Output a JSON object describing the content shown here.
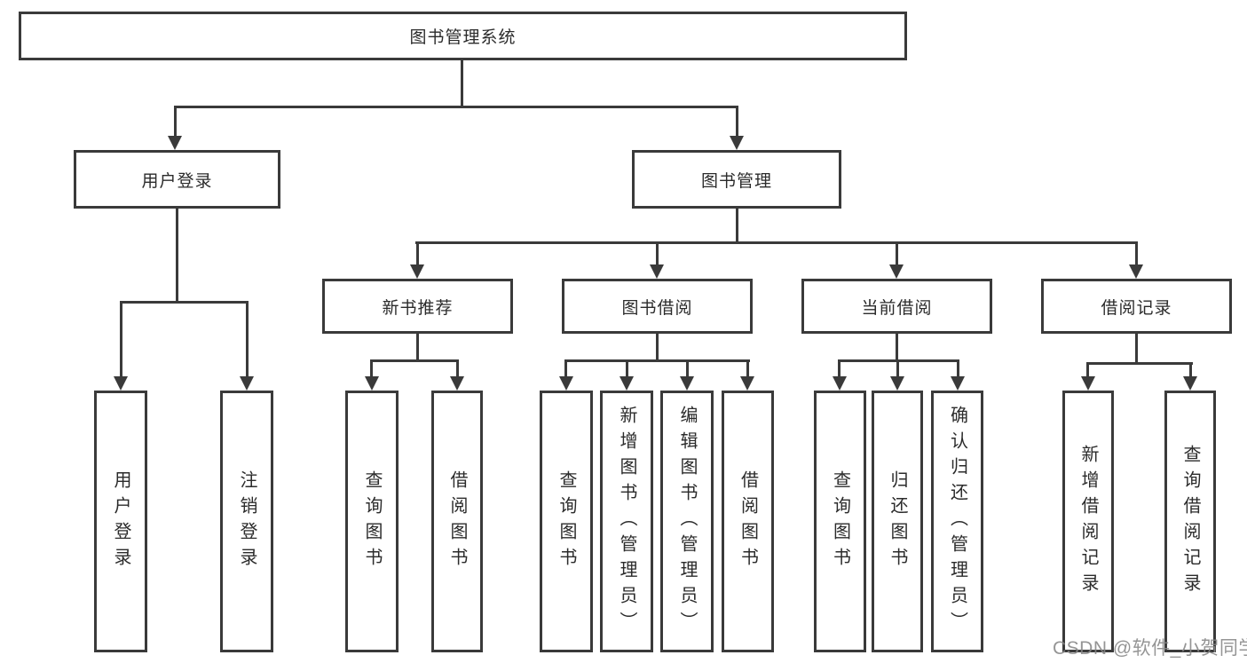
{
  "diagram": {
    "type": "hierarchy-tree",
    "title": "图书管理系统"
  },
  "nodes": {
    "root": "图书管理系统",
    "user_login": "用户登录",
    "book_management": "图书管理",
    "new_book_recommend": "新书推荐",
    "book_borrowing": "图书借阅",
    "current_borrowing": "当前借阅",
    "borrowing_records": "借阅记录",
    "ul_user_login": "用户登录",
    "ul_logout": "注销登录",
    "nbr_query_books": "查询图书",
    "nbr_borrow_books": "借阅图书",
    "bb_query_books": "查询图书",
    "bb_add_books_admin": "新增图书（管理员）",
    "bb_edit_books_admin": "编辑图书（管理员）",
    "bb_borrow_books": "借阅图书",
    "cb_query_books": "查询图书",
    "cb_return_books": "归还图书",
    "cb_confirm_return_admin": "确认归还（管理员）",
    "br_add_record": "新增借阅记录",
    "br_query_record": "查询借阅记录"
  },
  "hierarchy": [
    {
      "parent": "图书管理系统",
      "children": [
        "用户登录",
        "图书管理"
      ]
    },
    {
      "parent": "用户登录",
      "children": [
        "用户登录",
        "注销登录"
      ]
    },
    {
      "parent": "图书管理",
      "children": [
        "新书推荐",
        "图书借阅",
        "当前借阅",
        "借阅记录"
      ]
    },
    {
      "parent": "新书推荐",
      "children": [
        "查询图书",
        "借阅图书"
      ]
    },
    {
      "parent": "图书借阅",
      "children": [
        "查询图书",
        "新增图书（管理员）",
        "编辑图书（管理员）",
        "借阅图书"
      ]
    },
    {
      "parent": "当前借阅",
      "children": [
        "查询图书",
        "归还图书",
        "确认归还（管理员）"
      ]
    },
    {
      "parent": "借阅记录",
      "children": [
        "新增借阅记录",
        "查询借阅记录"
      ]
    }
  ],
  "watermark": "CSDN @软件_小贺同学",
  "colors": {
    "line": "#3a3a3a",
    "text": "#2b2b2b",
    "background": "#ffffff",
    "watermark": "#868686"
  }
}
